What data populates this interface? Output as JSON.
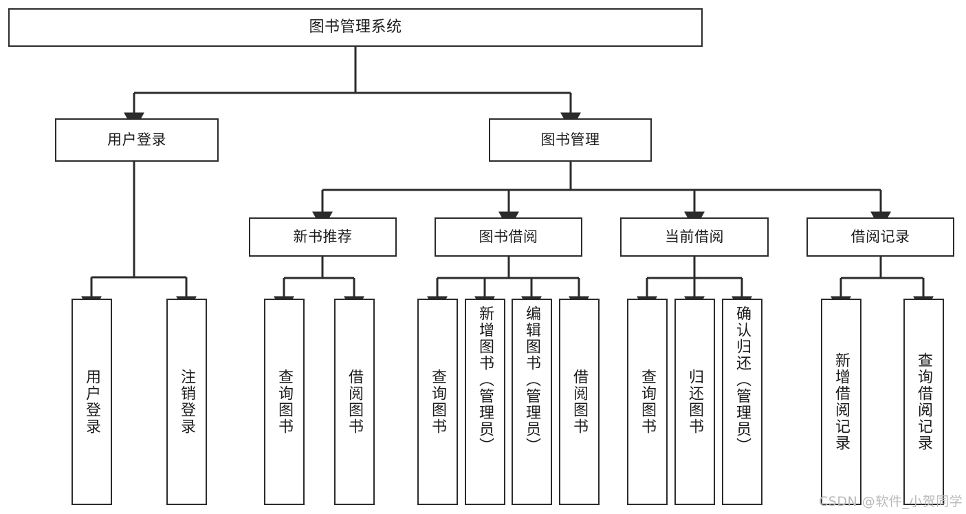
{
  "diagram": {
    "title": "图书管理系统",
    "type": "tree",
    "watermark": "CSDN @软件_小贺同学",
    "colors": {
      "border": "#2b2b2b",
      "background": "#ffffff",
      "text": "#1c1c1c",
      "watermark": "#b9b9b9"
    },
    "root": {
      "label": "图书管理系统"
    },
    "level1": [
      {
        "label": "用户登录"
      },
      {
        "label": "图书管理"
      }
    ],
    "level2": [
      {
        "label": "新书推荐"
      },
      {
        "label": "图书借阅"
      },
      {
        "label": "当前借阅"
      },
      {
        "label": "借阅记录"
      }
    ],
    "leaves": {
      "user_login": [
        {
          "label": "用户登录"
        },
        {
          "label": "注销登录"
        }
      ],
      "new_book": [
        {
          "label": "查询图书"
        },
        {
          "label": "借阅图书"
        }
      ],
      "borrow": [
        {
          "label": "查询图书"
        },
        {
          "label": "新增图书（管理员）"
        },
        {
          "label": "编辑图书（管理员）"
        },
        {
          "label": "借阅图书"
        }
      ],
      "current": [
        {
          "label": "查询图书"
        },
        {
          "label": "归还图书"
        },
        {
          "label": "确认归还（管理员）"
        }
      ],
      "records": [
        {
          "label": "新增借阅记录"
        },
        {
          "label": "查询借阅记录"
        }
      ]
    }
  }
}
